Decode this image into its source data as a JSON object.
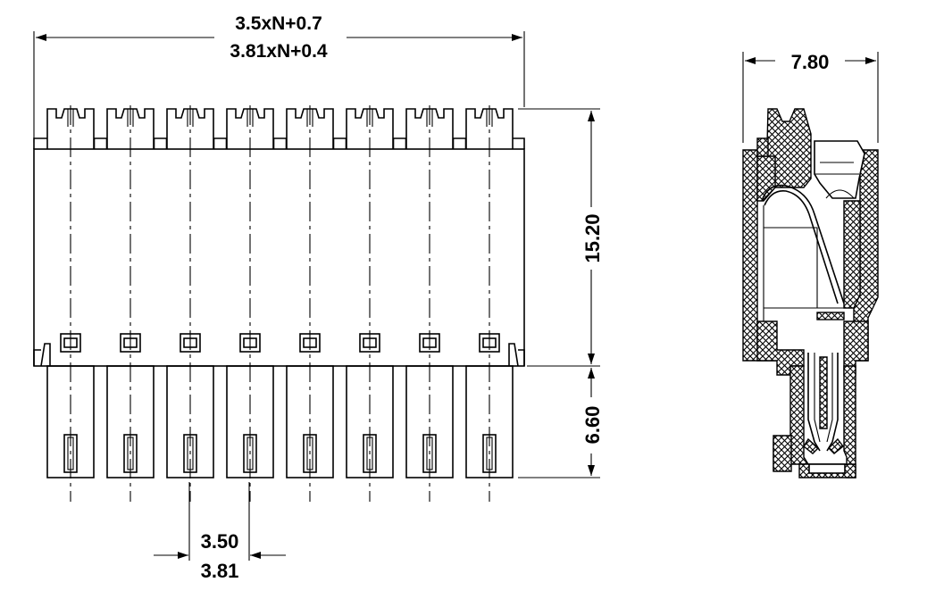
{
  "front_view": {
    "pin_count": 8,
    "dim_width_line1": "3.5xN+0.7",
    "dim_width_line2": "3.81xN+0.4",
    "dim_height": "15.20",
    "dim_pin_length": "6.60",
    "dim_pitch_line1": "3.50",
    "dim_pitch_line2": "3.81"
  },
  "side_view": {
    "dim_depth": "7.80"
  }
}
